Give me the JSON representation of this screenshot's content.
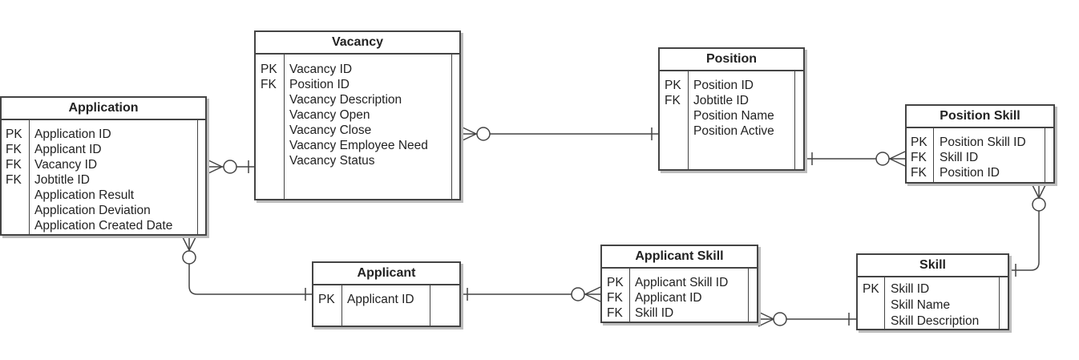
{
  "entities": {
    "vacancy": {
      "title": "Vacancy",
      "keys": [
        "PK",
        "FK"
      ],
      "attributes": [
        "Vacancy ID",
        "Position ID",
        "Vacancy Description",
        "Vacancy Open",
        "Vacancy Close",
        "Vacancy Employee Need",
        "Vacancy Status"
      ]
    },
    "application": {
      "title": "Application",
      "keys": [
        "PK",
        "FK",
        "FK",
        "FK"
      ],
      "attributes": [
        "Application ID",
        "Applicant ID",
        "Vacancy ID",
        "Jobtitle ID",
        "Application Result",
        "Application Deviation",
        "Application Created Date"
      ]
    },
    "position": {
      "title": "Position",
      "keys": [
        "PK",
        "FK"
      ],
      "attributes": [
        "Position ID",
        "Jobtitle ID",
        "Position Name",
        "Position Active"
      ]
    },
    "position_skill": {
      "title": "Position Skill",
      "keys": [
        "PK",
        "FK",
        "FK"
      ],
      "attributes": [
        "Position Skill ID",
        "Skill ID",
        "Position ID"
      ]
    },
    "applicant": {
      "title": "Applicant",
      "keys": [
        "PK"
      ],
      "attributes": [
        "Applicant ID"
      ]
    },
    "applicant_skill": {
      "title": "Applicant Skill",
      "keys": [
        "PK",
        "FK",
        "FK"
      ],
      "attributes": [
        "Applicant Skill ID",
        "Applicant ID",
        "Skill ID"
      ]
    },
    "skill": {
      "title": "Skill",
      "keys": [
        "PK"
      ],
      "attributes": [
        "Skill ID",
        "Skill Name",
        "Skill Description"
      ]
    }
  },
  "relationships": [
    {
      "from": "Vacancy",
      "to": "Application",
      "from_end": "one",
      "to_end": "zero-or-many"
    },
    {
      "from": "Position",
      "to": "Vacancy",
      "from_end": "one",
      "to_end": "zero-or-many"
    },
    {
      "from": "Position",
      "to": "Position Skill",
      "from_end": "one",
      "to_end": "zero-or-many"
    },
    {
      "from": "Skill",
      "to": "Position Skill",
      "from_end": "one",
      "to_end": "zero-or-many"
    },
    {
      "from": "Applicant",
      "to": "Application",
      "from_end": "one",
      "to_end": "zero-or-many"
    },
    {
      "from": "Applicant",
      "to": "Applicant Skill",
      "from_end": "one",
      "to_end": "zero-or-many"
    },
    {
      "from": "Skill",
      "to": "Applicant Skill",
      "from_end": "one",
      "to_end": "zero-or-many"
    }
  ]
}
